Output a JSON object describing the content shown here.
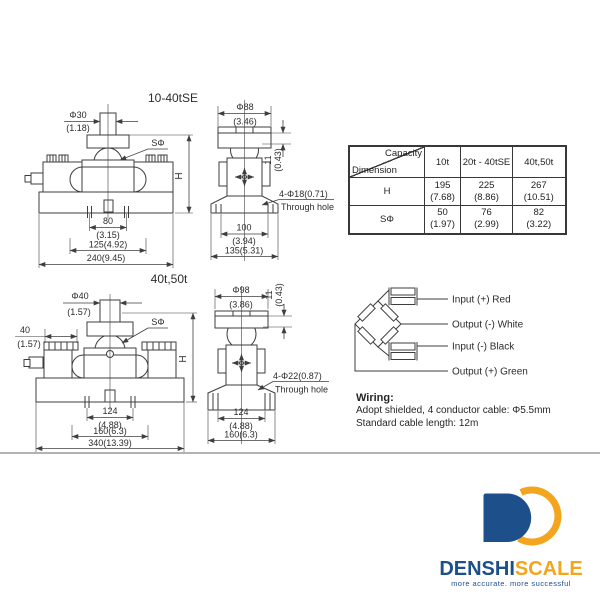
{
  "colors": {
    "line": "#3e3e3e",
    "navy": "#1d4f8b",
    "orange": "#f3a51e",
    "separator": "#b2b2b2"
  },
  "front_small": {
    "label": "10-40tSE",
    "dia": "Φ30",
    "dia_in": "(1.18)",
    "sphere": "SΦ",
    "h": "H",
    "d80": "80",
    "d80_in": "(3.15)",
    "d125": "125(4.92)",
    "d240": "240(9.45)"
  },
  "side_small": {
    "dia": "Φ88",
    "dia_in": "(3.46)",
    "t11": "11",
    "t11_in": "(0.43)",
    "hole": "4-Φ18(0.71)",
    "hole2": "Through hole",
    "d100": "100",
    "d100_in": "(3.94)",
    "d135": "135(5.31)"
  },
  "front_large": {
    "label": "40t,50t",
    "dia": "Φ40",
    "dia_in": "(1.57)",
    "left40": "40",
    "left40_in": "(1.57)",
    "sphere": "SΦ",
    "h": "H",
    "d124": "124",
    "d124_in": "(4.88)",
    "d160": "160(6.3)",
    "d340": "340(13.39)"
  },
  "side_large": {
    "dia": "Φ98",
    "dia_in": "(3.86)",
    "t11": "11",
    "t11_in": "(0.43)",
    "hole": "4-Φ22(0.87)",
    "hole2": "Through hole",
    "d124": "124",
    "d124_in": "(4.88)",
    "d160": "160(6.3)"
  },
  "table": {
    "corner_top": "Capacity",
    "corner_bottom": "Dimension",
    "cols": [
      "10t",
      "20t - 40tSE",
      "40t,50t"
    ],
    "rows": [
      {
        "label": "H",
        "cells": [
          {
            "a": "195",
            "b": "(7.68)"
          },
          {
            "a": "225",
            "b": "(8.86)"
          },
          {
            "a": "267",
            "b": "(10.51)"
          }
        ]
      },
      {
        "label": "SΦ",
        "cells": [
          {
            "a": "50",
            "b": "(1.97)"
          },
          {
            "a": "76",
            "b": "(2.99)"
          },
          {
            "a": "82",
            "b": "(3.22)"
          }
        ]
      }
    ]
  },
  "wiring": {
    "l1": "Input (+) Red",
    "l2": "Output (-) White",
    "l3": "Input (-) Black",
    "l4": "Output (+) Green",
    "title": "Wiring:",
    "note1": "Adopt shielded, 4 conductor cable: Φ5.5mm",
    "note2": "Standard cable length: 12m"
  },
  "logo": {
    "brand1": "DENSHI",
    "brand2": "SCALE",
    "tagline": "more accurate. more successful"
  }
}
